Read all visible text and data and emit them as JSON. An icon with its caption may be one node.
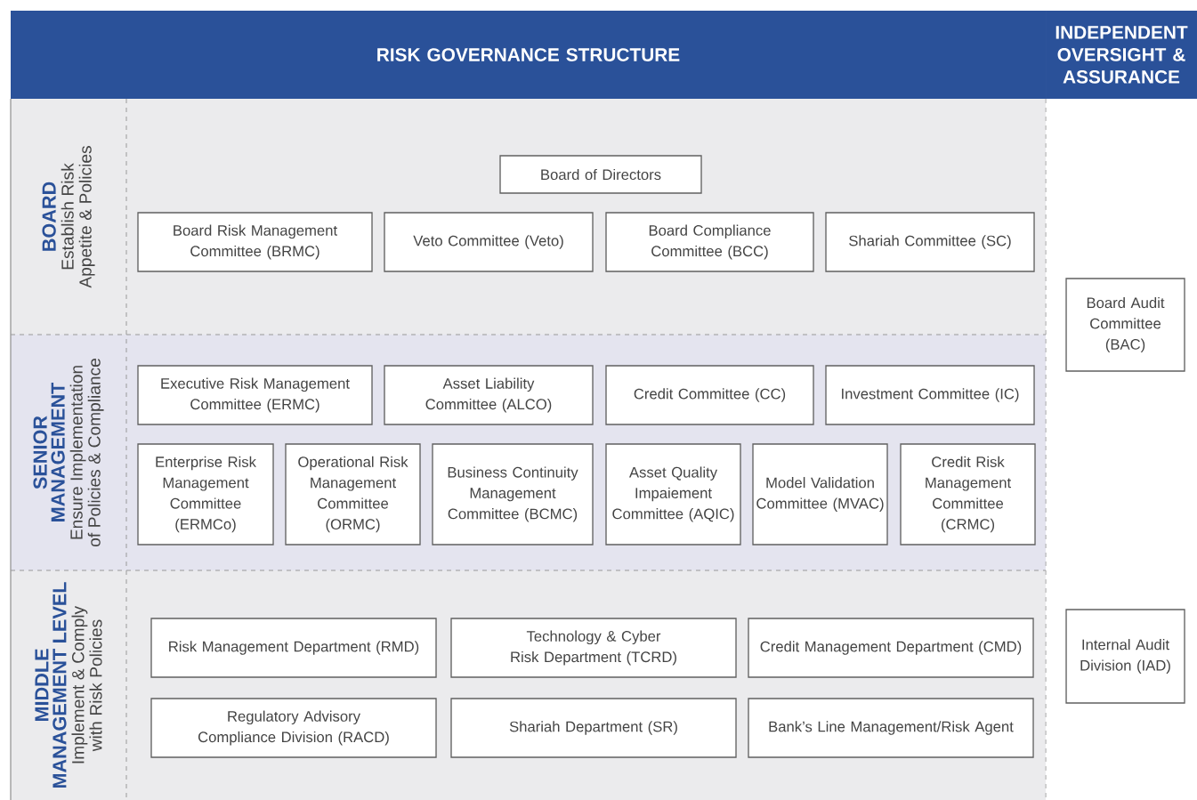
{
  "diagram": {
    "nodes": [
      {
        "text": [
          "RISK GOVERNANCE STRUCTURE"
        ]
      },
      {
        "text": [
          "INDEPENDENT OVERSIGHT & ASSURANCE"
        ]
      },
      {
        "text": [
          "BOARD",
          "Establish Risk Appetite & Policies"
        ]
      },
      {
        "text": [
          "Board of Directors"
        ],
        "in": 2
      },
      {
        "text": [
          "Board Risk Management Committee (BRMC)"
        ],
        "in": 2
      },
      {
        "text": [
          "Veto Committee (Veto)"
        ],
        "in": 2
      },
      {
        "text": [
          "Board Compliance Committee (BCC)"
        ],
        "in": 2
      },
      {
        "text": [
          "Shariah Committee (SC)"
        ],
        "in": 2
      },
      {
        "text": [
          "SENIOR MANAGEMENT",
          "Ensure Implementation of Policies & Compliance"
        ]
      },
      {
        "text": [
          "Executive Risk Management Committee (ERMC)"
        ],
        "in": 8
      },
      {
        "text": [
          "Asset Liability Committee (ALCO)"
        ],
        "in": 8
      },
      {
        "text": [
          "Credit Committee (CC)"
        ],
        "in": 8
      },
      {
        "text": [
          "Investment Committee (IC)"
        ],
        "in": 8
      },
      {
        "text": [
          "Enterprise Risk Management Committee (ERMCo)"
        ],
        "in": 8
      },
      {
        "text": [
          "Operational Risk Management Committee (ORMC)"
        ],
        "in": 8
      },
      {
        "text": [
          "Business Continuity Management Committee (BCMC)"
        ],
        "in": 8
      },
      {
        "text": [
          "Asset Quality Impaiement Committee (AQIC)"
        ],
        "in": 8
      },
      {
        "text": [
          "Model Validation Committee (MVAC)"
        ],
        "in": 8
      },
      {
        "text": [
          "Credit Risk Management Committee (CRMC)"
        ],
        "in": 8
      },
      {
        "text": [
          "MIDDLE MANAGEMENT LEVEL",
          "Implement & Comply with Risk Policies"
        ]
      },
      {
        "text": [
          "Risk Management Department (RMD)"
        ],
        "in": 19
      },
      {
        "text": [
          "Technology & Cyber Risk Department (TCRD)"
        ],
        "in": 19
      },
      {
        "text": [
          "Credit Management Department (CMD)"
        ],
        "in": 19
      },
      {
        "text": [
          "Regulatory Advisory Compliance Division (RACD)"
        ],
        "in": 19
      },
      {
        "text": [
          "Shariah Department (SR)"
        ],
        "in": 19
      },
      {
        "text": [
          "Bank’s Line Management/Risk Agent"
        ],
        "in": 19
      },
      {
        "text": [
          "Board Audit Committee (BAC)"
        ]
      },
      {
        "text": [
          "Internal Audit Division (IAD)"
        ]
      }
    ]
  }
}
